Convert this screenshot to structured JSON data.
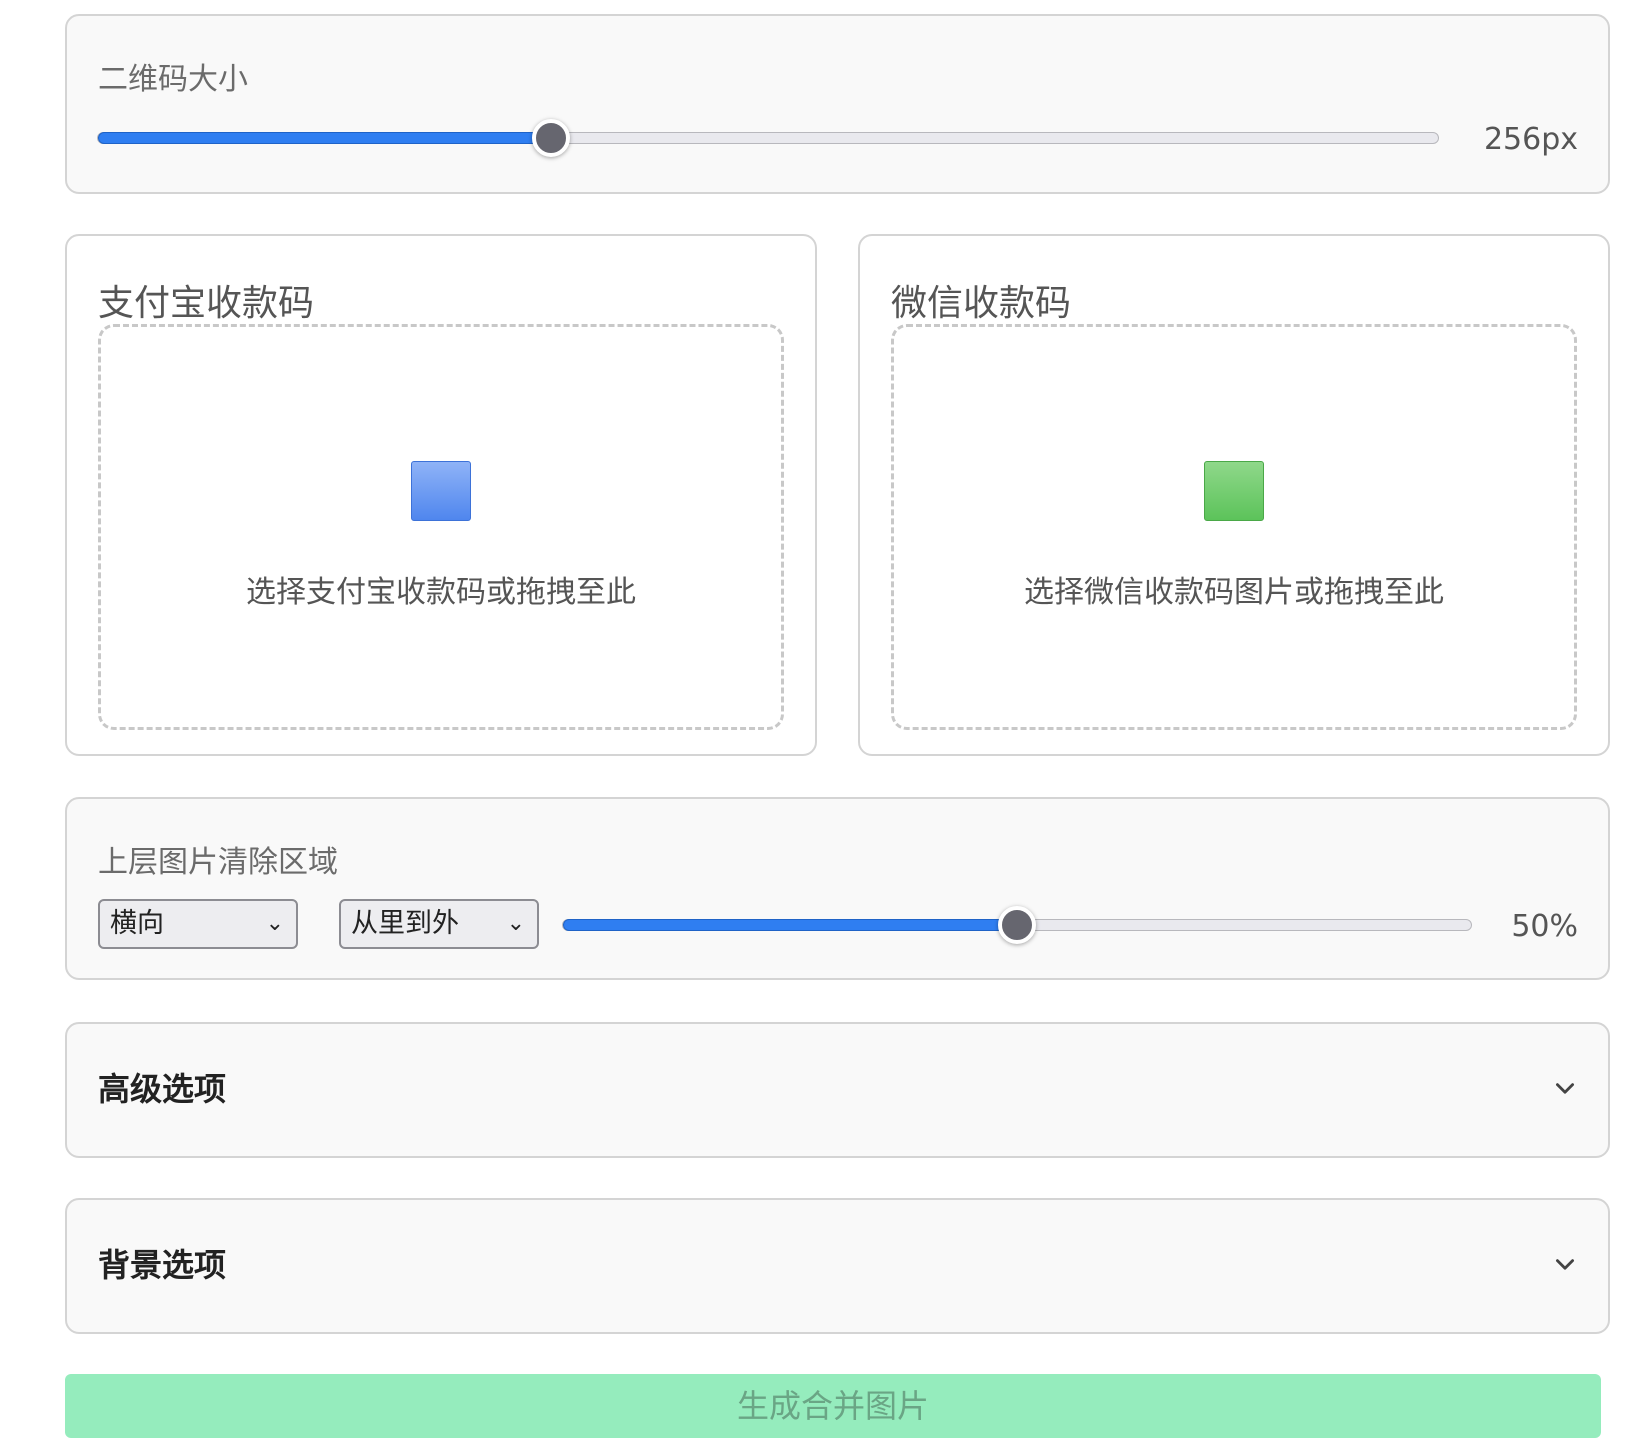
{
  "qr_size": {
    "title": "二维码大小",
    "value_label": "256px",
    "slider_fraction": 0.338
  },
  "alipay": {
    "title": "支付宝收款码",
    "drop_text": "选择支付宝收款码或拖拽至此",
    "icon_color": "#4f86ee"
  },
  "wechat": {
    "title": "微信收款码",
    "drop_text": "选择微信收款码图片或拖拽至此",
    "icon_color": "#5cc35a"
  },
  "clear_area": {
    "title": "上层图片清除区域",
    "direction_value": "横向",
    "order_value": "从里到外",
    "value_label": "50%",
    "slider_fraction": 0.5
  },
  "advanced": {
    "title": "高级选项"
  },
  "background": {
    "title": "背景选项"
  },
  "generate": {
    "label": "生成合并图片",
    "color": "#95ecbd"
  },
  "accent_color": "#2f7ef1"
}
